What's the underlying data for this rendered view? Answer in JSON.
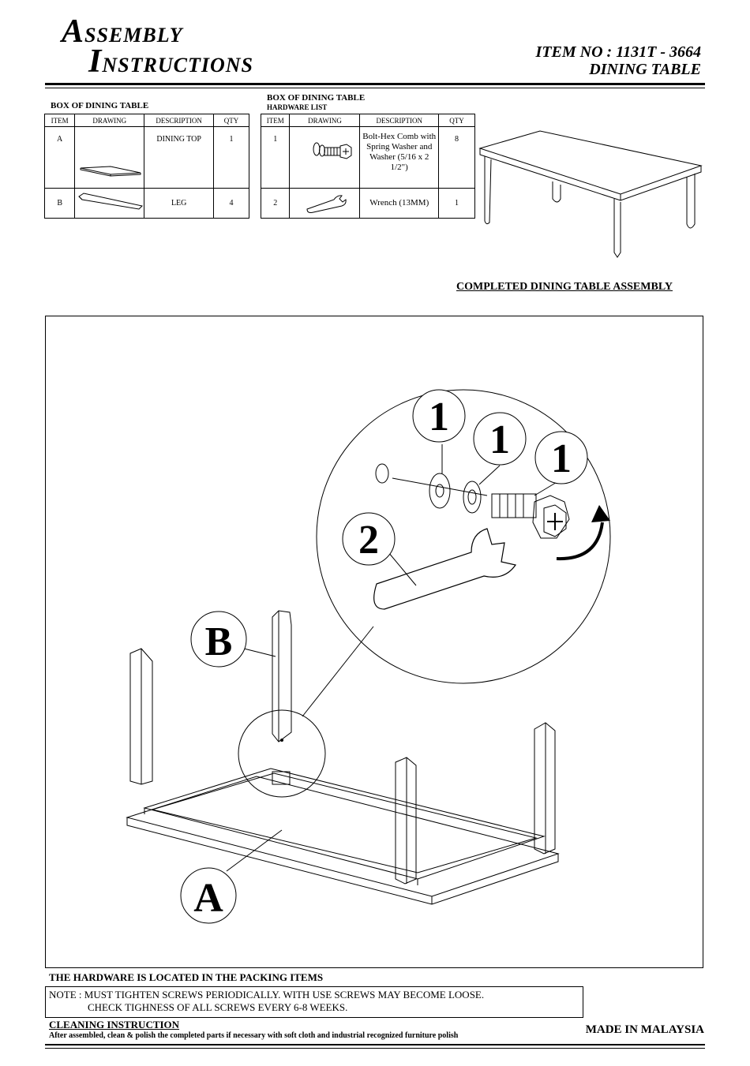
{
  "header": {
    "title_line1_cap": "A",
    "title_line1_rest": "SSEMBLY",
    "title_line2_cap": "I",
    "title_line2_rest": "NSTRUCTIONS",
    "item_no": "ITEM NO : 1131T - 3664",
    "product": "DINING TABLE"
  },
  "parts_box": {
    "label": "BOX OF DINING TABLE",
    "headers": [
      "ITEM",
      "DRAWING",
      "DESCRIPTION",
      "QTY"
    ],
    "rows": [
      {
        "item": "A",
        "description": "DINING TOP",
        "qty": "1"
      },
      {
        "item": "B",
        "description": "LEG",
        "qty": "4"
      }
    ]
  },
  "hardware_box": {
    "label": "BOX OF DINING TABLE",
    "sublabel": "HARDWARE LIST",
    "headers": [
      "ITEM",
      "DRAWING",
      "DESCRIPTION",
      "QTY"
    ],
    "rows": [
      {
        "item": "1",
        "description": "Bolt-Hex Comb with Spring Washer and Washer (5/16 x 2 1/2\")",
        "qty": "8"
      },
      {
        "item": "2",
        "description": "Wrench (13MM)",
        "qty": "1"
      }
    ]
  },
  "completed_label": "COMPLETED DINING TABLE ASSEMBLY",
  "diagram": {
    "callouts": {
      "washer": "1",
      "spring_washer": "1",
      "bolt": "1",
      "wrench": "2",
      "leg": "B",
      "top": "A"
    }
  },
  "footer": {
    "hardware_note": "THE HARDWARE IS LOCATED IN THE PACKING ITEMS",
    "note_line1": "NOTE : MUST TIGHTEN SCREWS PERIODICALLY. WITH USE SCREWS MAY BECOME LOOSE.",
    "note_line2": "CHECK TIGHNESS OF ALL SCREWS EVERY 6-8 WEEKS.",
    "cleaning_title": "CLEANING INSTRUCTION",
    "cleaning_text": "After assembled, clean & polish the completed parts if necessary with soft cloth and industrial recognized furniture polish",
    "made_in": "MADE IN MALAYSIA"
  }
}
